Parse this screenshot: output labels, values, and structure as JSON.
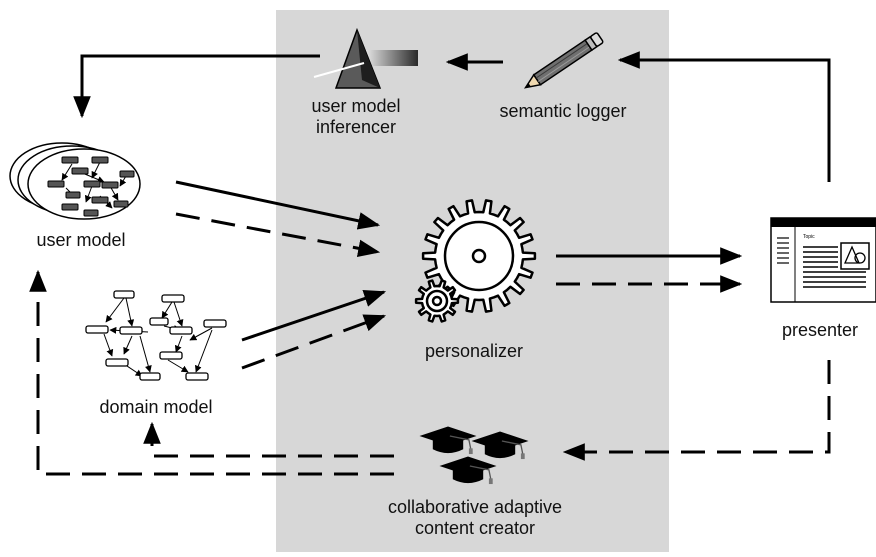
{
  "panel_color": "#d7d7d7",
  "labels": {
    "user_model_inferencer": "user model\ninferencer",
    "semantic_logger": "semantic logger",
    "user_model": "user model",
    "domain_model": "domain model",
    "personalizer": "personalizer",
    "presenter": "presenter",
    "content_creator": "collaborative adaptive\ncontent creator"
  },
  "presenter_screen": {
    "topic_label": "Topic"
  },
  "icons": {
    "inferencer": "prism-icon",
    "logger": "pencil-icon",
    "user_model": "concept-map-stack-icon",
    "domain_model": "concept-map-icon",
    "personalizer": "gears-icon",
    "presenter": "document-window-icon",
    "creator": "mortarboard-icon"
  }
}
